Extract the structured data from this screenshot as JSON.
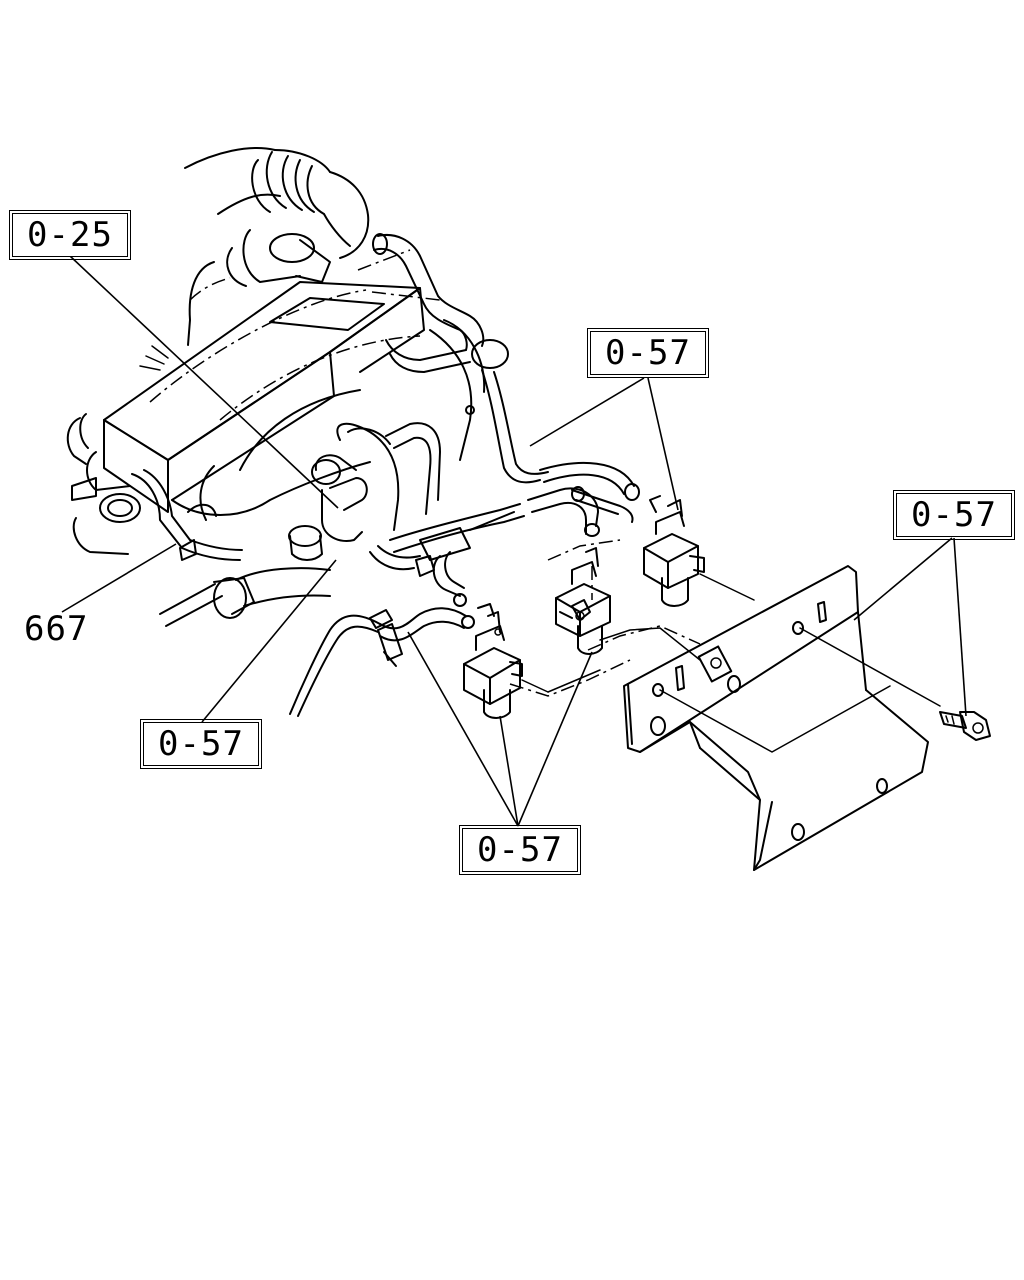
{
  "diagram": {
    "callouts": [
      {
        "id": "c1",
        "label": "0-25"
      },
      {
        "id": "c2",
        "label": "0-57"
      },
      {
        "id": "c3",
        "label": "0-57"
      },
      {
        "id": "c4",
        "label": "0-57"
      },
      {
        "id": "c5",
        "label": "0-57"
      }
    ],
    "part_number": "667"
  }
}
